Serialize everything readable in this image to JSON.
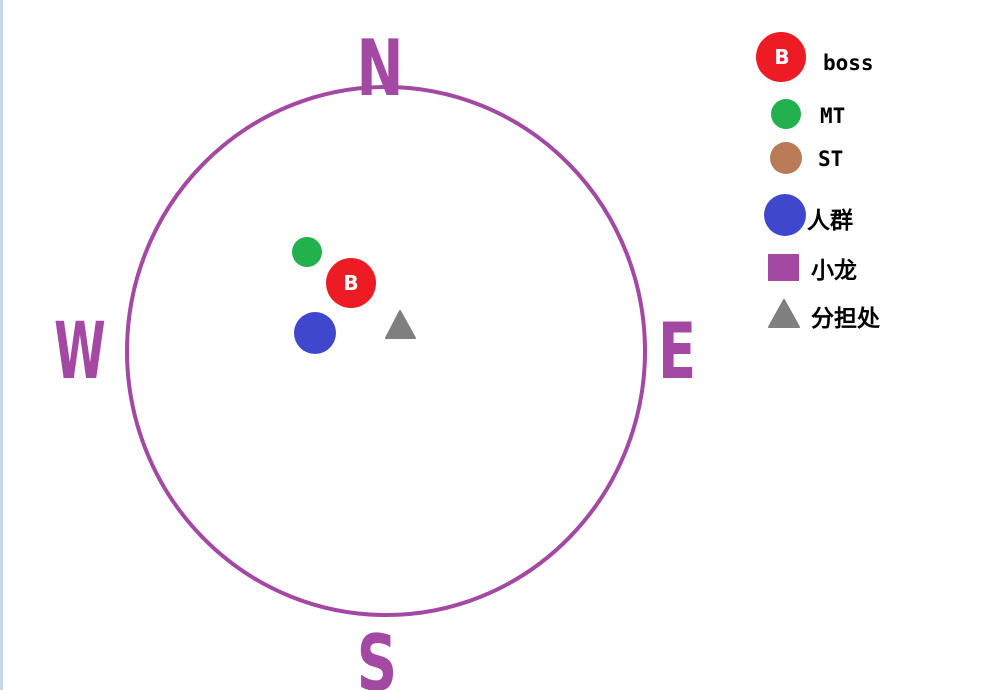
{
  "compass": {
    "north": "N",
    "south": "S",
    "east": "E",
    "west": "W"
  },
  "markers": {
    "boss_label": "B"
  },
  "legend": {
    "boss": {
      "icon_text": "B",
      "label": "boss"
    },
    "mt": {
      "label": "MT"
    },
    "st": {
      "label": "ST"
    },
    "crowd": {
      "label": "人群"
    },
    "dragon": {
      "label": "小龙"
    },
    "share": {
      "label": "分担处"
    }
  },
  "colors": {
    "ring": "#a349a4",
    "boss": "#ed1c24",
    "mt": "#22b14c",
    "st": "#b97a57",
    "crowd": "#3f48cc",
    "dragon": "#a349a4",
    "share": "#7f7f7f"
  }
}
